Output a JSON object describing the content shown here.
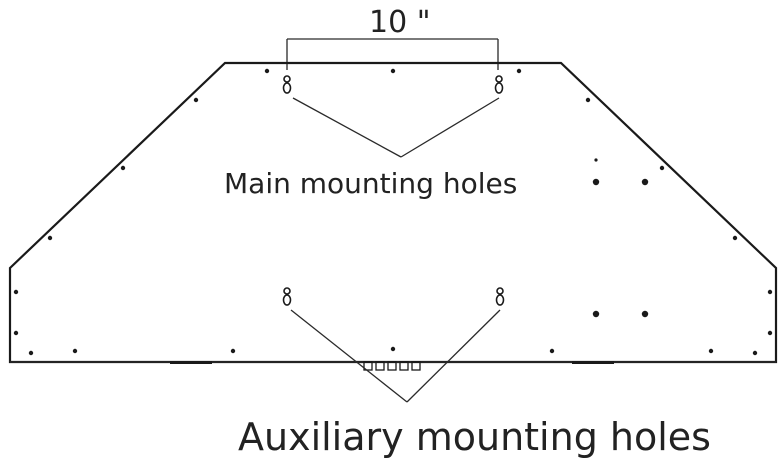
{
  "labels": {
    "dimension": "10 \"",
    "main_holes": "Main mounting holes",
    "auxiliary_holes": "Auxiliary mounting holes"
  },
  "colors": {
    "line": "#1a1a1a",
    "text": "#222222",
    "background": "#ffffff"
  }
}
